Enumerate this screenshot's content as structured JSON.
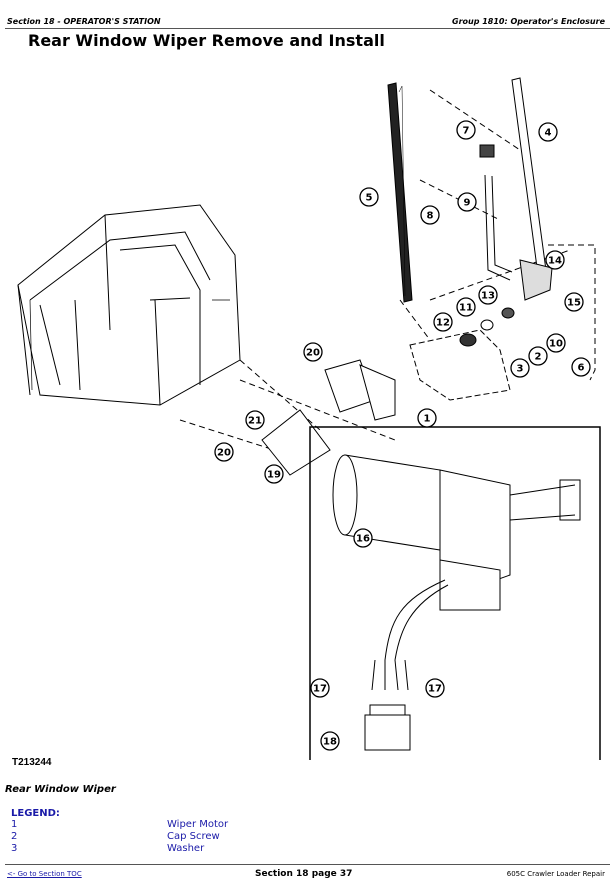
{
  "header": {
    "section": "Section 18 - OPERATOR'S STATION",
    "group": "Group 1810: Operator's Enclosure"
  },
  "title": "Rear Window Wiper Remove and Install",
  "figure": {
    "id": "T213244",
    "caption": "Rear Window Wiper",
    "callouts": [
      "7",
      "4",
      "5",
      "8",
      "9",
      "14",
      "15",
      "13",
      "11",
      "12",
      "10",
      "2",
      "3",
      "6",
      "20",
      "1",
      "21",
      "20",
      "19",
      "16",
      "17",
      "17",
      "18"
    ]
  },
  "legend": {
    "heading": "LEGEND:",
    "items": [
      {
        "num": "1",
        "label": "Wiper Motor"
      },
      {
        "num": "2",
        "label": "Cap Screw"
      },
      {
        "num": "3",
        "label": "Washer"
      }
    ]
  },
  "footer": {
    "toc_link": "<- Go to Section TOC",
    "page": "Section 18 page 37",
    "manual": "605C Crawler Loader Repair"
  }
}
